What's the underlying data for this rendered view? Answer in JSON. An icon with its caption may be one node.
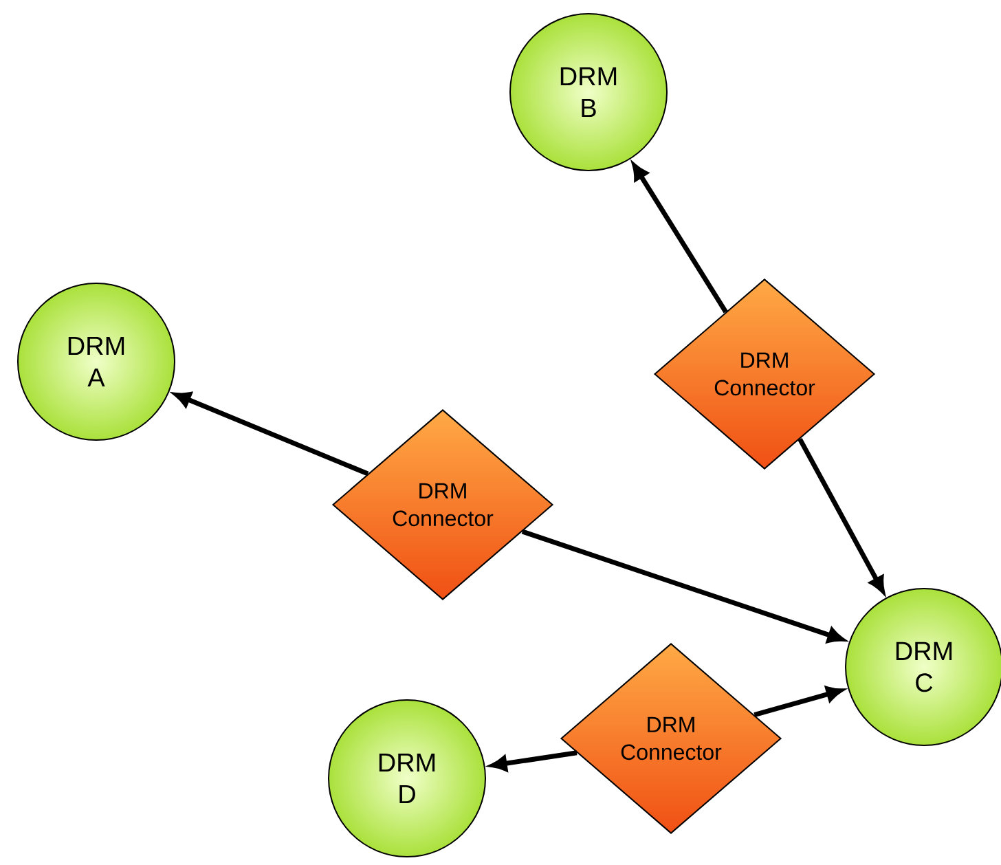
{
  "diagram": {
    "nodes": [
      {
        "text": [
          "DRM B"
        ]
      },
      {
        "text": [
          "DRM A"
        ]
      },
      {
        "text": [
          "DRM Connector"
        ]
      },
      {
        "text": [
          "DRM Connector"
        ]
      },
      {
        "text": [
          "DRM C"
        ]
      },
      {
        "text": [
          "DRM Connector"
        ]
      },
      {
        "text": [
          "DRM D"
        ]
      }
    ],
    "edges": [
      {
        "from": 2,
        "to": 0,
        "arrow": "to"
      },
      {
        "from": 2,
        "to": 4,
        "arrow": "to"
      },
      {
        "from": 3,
        "to": 1,
        "arrow": "to"
      },
      {
        "from": 3,
        "to": 4,
        "arrow": "to"
      },
      {
        "from": 5,
        "to": 6,
        "arrow": "to"
      },
      {
        "from": 5,
        "to": 4,
        "arrow": "to"
      }
    ]
  }
}
